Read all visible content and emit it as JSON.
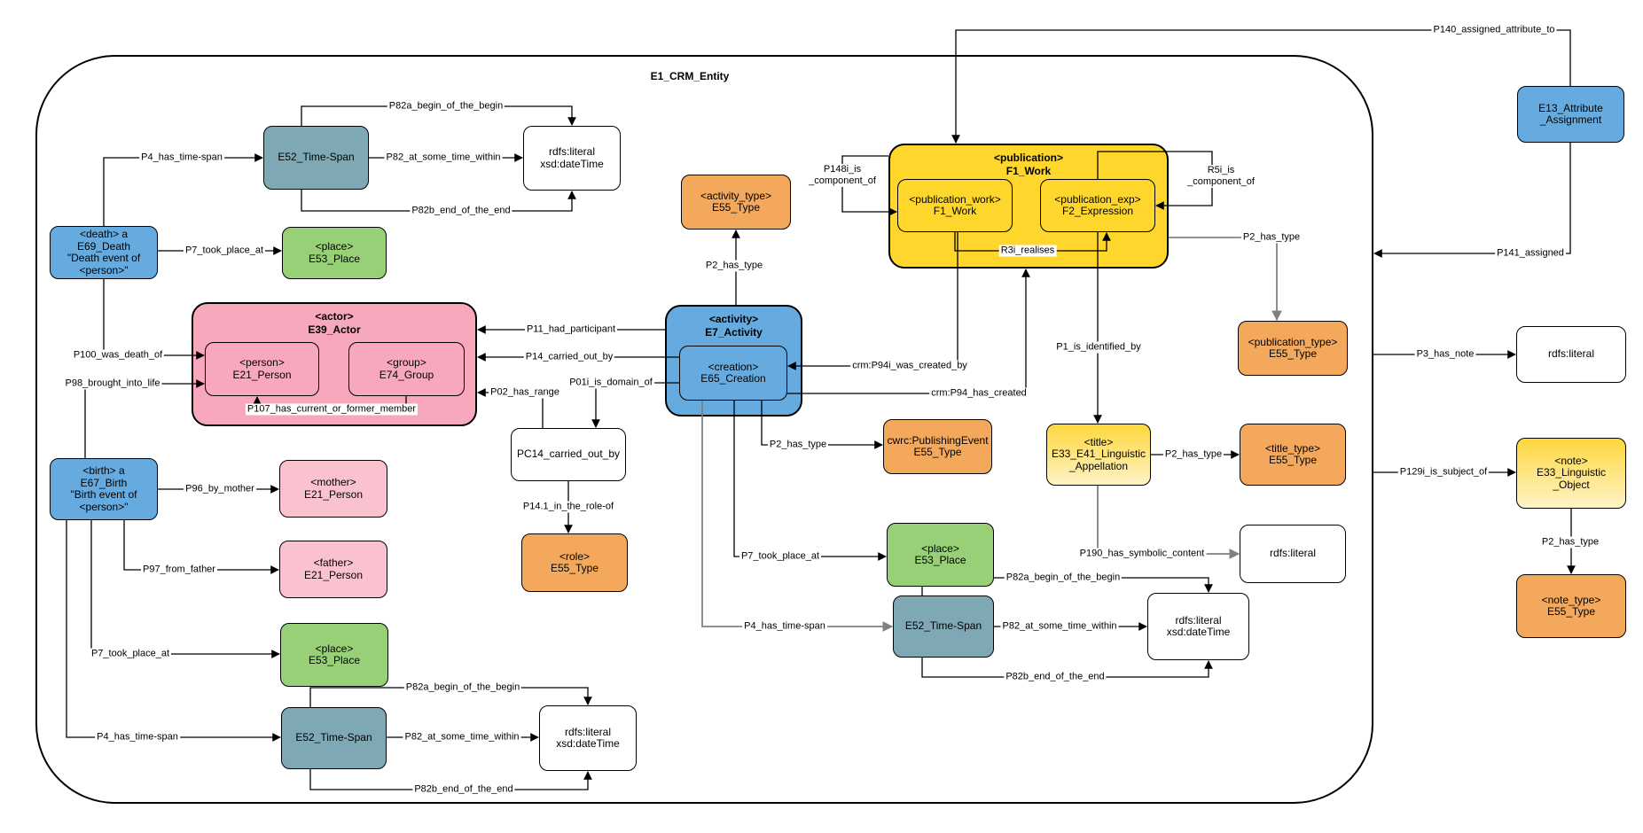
{
  "diagram": {
    "boundary_label": "E1_CRM_Entity"
  },
  "colors": {
    "blue": "#66ABE0",
    "teal": "#7EA8B4",
    "green": "#97D077",
    "pink": "#F8A8BC",
    "light_pink": "#F9C2CE",
    "orange": "#F3A85C",
    "yellow": "#FED62C",
    "yellow_gradient_top": "#FDD73C",
    "yellow_gradient_bottom": "#FFF3C8",
    "white": "#FFFFFF",
    "line": "#000000",
    "line_grey": "#808080"
  },
  "nodes": {
    "e52_ts_death": {
      "lines": [
        "E52_Time-Span"
      ]
    },
    "lit_death": {
      "lines": [
        "rdfs:literal",
        "xsd:dateTime"
      ]
    },
    "e69_death": {
      "lines": [
        "<death> a",
        "E69_Death",
        "\"Death event of",
        "<person>\""
      ]
    },
    "place_death": {
      "lines": [
        "<place>",
        "E53_Place"
      ]
    },
    "actor": {
      "lines": [
        "<actor>",
        "E39_Actor"
      ]
    },
    "person": {
      "lines": [
        "<person>",
        "E21_Person"
      ]
    },
    "group": {
      "lines": [
        "<group>",
        "E74_Group"
      ]
    },
    "e67_birth": {
      "lines": [
        "<birth> a",
        "E67_Birth",
        "\"Birth event of",
        "<person>\""
      ]
    },
    "mother": {
      "lines": [
        "<mother>",
        "E21_Person"
      ]
    },
    "father": {
      "lines": [
        "<father>",
        "E21_Person"
      ]
    },
    "place_birth": {
      "lines": [
        "<place>",
        "E53_Place"
      ]
    },
    "e52_ts_birth": {
      "lines": [
        "E52_Time-Span"
      ]
    },
    "lit_birth": {
      "lines": [
        "rdfs:literal",
        "xsd:dateTime"
      ]
    },
    "activity_type": {
      "lines": [
        "<activity_type>",
        "E55_Type"
      ]
    },
    "e7_activity": {
      "lines": [
        "<activity>",
        "E7_Activity"
      ]
    },
    "e65_creation": {
      "lines": [
        "<creation>",
        "E65_Creation"
      ]
    },
    "pc14": {
      "lines": [
        "PC14_carried_out_by"
      ]
    },
    "role": {
      "lines": [
        "<role>",
        "E55_Type"
      ]
    },
    "publication": {
      "lines": [
        "<publication>",
        "F1_Work"
      ]
    },
    "pub_work": {
      "lines": [
        "<publication_work>",
        "F1_Work"
      ]
    },
    "pub_exp": {
      "lines": [
        "<publication_exp>",
        "F2_Expression"
      ]
    },
    "cwrc": {
      "lines": [
        "cwrc:PublishingEvent",
        "E55_Type"
      ]
    },
    "place_creation": {
      "lines": [
        "<place>",
        "E53_Place"
      ]
    },
    "e52_ts_creation": {
      "lines": [
        "E52_Time-Span"
      ]
    },
    "lit_creation": {
      "lines": [
        "rdfs:literal",
        "xsd:dateTime"
      ]
    },
    "title": {
      "lines": [
        "<title>",
        "E33_E41_Linguistic",
        "_Appellation"
      ]
    },
    "title_type": {
      "lines": [
        "<title_type>",
        "E55_Type"
      ]
    },
    "lit_title": {
      "lines": [
        "rdfs:literal"
      ]
    },
    "pub_type": {
      "lines": [
        "<publication_type>",
        "E55_Type"
      ]
    },
    "e13": {
      "lines": [
        "E13_Attribute",
        "_Assignment"
      ]
    },
    "lit_note": {
      "lines": [
        "rdfs:literal"
      ]
    },
    "note": {
      "lines": [
        "<note>",
        "E33_Linguistic",
        "_Object"
      ]
    },
    "note_type": {
      "lines": [
        "<note_type>",
        "E55_Type"
      ]
    }
  },
  "edges": {
    "p4_death": {
      "label": "P4_has_time-span"
    },
    "p82a_death": {
      "label": "P82a_begin_of_the_begin"
    },
    "p82_death": {
      "label": "P82_at_some_time_within"
    },
    "p82b_death": {
      "label": "P82b_end_of_the_end"
    },
    "p7_death": {
      "label": "P7_took_place_at"
    },
    "p100": {
      "label": "P100_was_death_of"
    },
    "p98": {
      "label": "P98_brought_into_life"
    },
    "p107": {
      "label": "P107_has_current_or_former_member"
    },
    "p96": {
      "label": "P96_by_mother"
    },
    "p97": {
      "label": "P97_from_father"
    },
    "p7_birth": {
      "label": "P7_took_place_at"
    },
    "p4_birth": {
      "label": "P4_has_time-span"
    },
    "p82a_birth": {
      "label": "P82a_begin_of_the_begin"
    },
    "p82_birth": {
      "label": "P82_at_some_time_within"
    },
    "p82b_birth": {
      "label": "P82b_end_of_the_end"
    },
    "p2_activity_type": {
      "label": "P2_has_type"
    },
    "p11": {
      "label": "P11_had_participant"
    },
    "p14": {
      "label": "P14_carried_out_by"
    },
    "p01i": {
      "label": "P01i_is_domain_of"
    },
    "p02": {
      "label": "P02_has_range"
    },
    "p14_1": {
      "label": "P14.1_in_the_role-of"
    },
    "p2_cwrc": {
      "label": "P2_has_type"
    },
    "p7_creation": {
      "label": "P7_took_place_at"
    },
    "p4_creation": {
      "label": "P4_has_time-span"
    },
    "p82a_creation": {
      "label": "P82a_begin_of_the_begin"
    },
    "p82_creation": {
      "label": "P82_at_some_time_within"
    },
    "p82b_creation": {
      "label": "P82b_end_of_the_end"
    },
    "p94i": {
      "label": "crm:P94i_was_created_by"
    },
    "p94": {
      "label": "crm:P94_has_created"
    },
    "p1": {
      "label": "P1_is_identified_by"
    },
    "p190": {
      "label": "P190_has_symbolic_content"
    },
    "p2_title_type": {
      "label": "P2_has_type"
    },
    "p148i": {
      "label_lines": [
        "P148i_is",
        "_component_of"
      ]
    },
    "r5i": {
      "label_lines": [
        "R5i_is",
        "_component_of"
      ]
    },
    "r3i": {
      "label": "R3i_realises"
    },
    "p2_publication_type": {
      "label": "P2_has_type"
    },
    "p140": {
      "label": "P140_assigned_attribute_to"
    },
    "p141": {
      "label": "P141_assigned"
    },
    "p3": {
      "label": "P3_has_note"
    },
    "p129i": {
      "label": "P129i_is_subject_of"
    },
    "p2_note_type": {
      "label": "P2_has_type"
    }
  }
}
